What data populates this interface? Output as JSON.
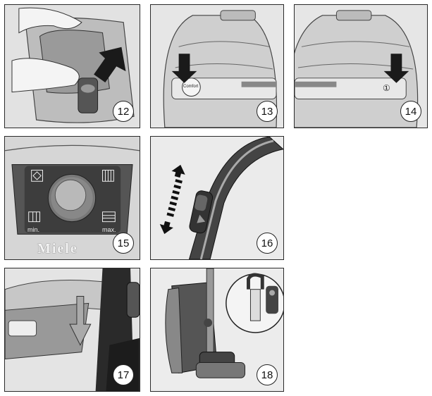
{
  "panels": [
    {
      "number": "12"
    },
    {
      "number": "13",
      "button_label": "Comfort"
    },
    {
      "number": "14",
      "button_label": "①"
    },
    {
      "number": "15",
      "label_min": "min.",
      "label_max": "max.",
      "brand": "Miele"
    },
    {
      "number": "16"
    },
    {
      "number": "17"
    },
    {
      "number": "18"
    }
  ],
  "colors": {
    "frame": "#2a2a2a",
    "panel_bg": "#e9e9e9",
    "arrow": "#1a1a1a"
  }
}
